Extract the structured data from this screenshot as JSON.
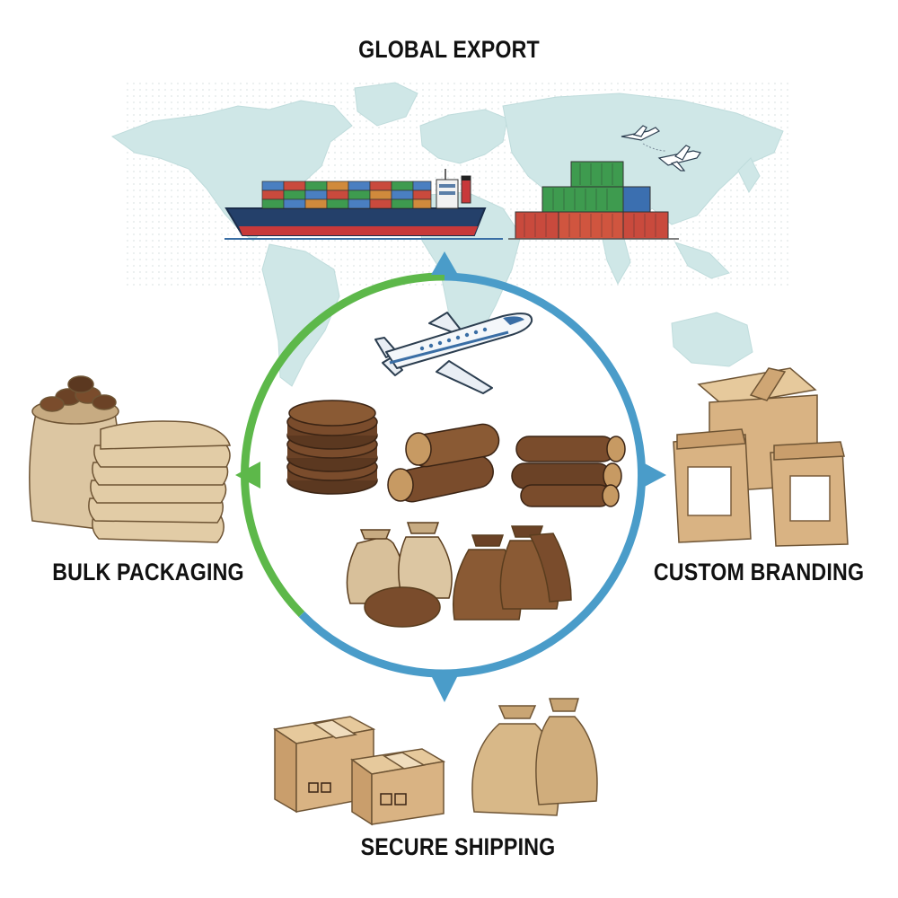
{
  "labels": {
    "global_export": "GLOBAL EXPORT",
    "bulk_packaging": "BULK PACKAGING",
    "custom_branding": "CUSTOM BRANDING",
    "secure_shipping": "SECURE SHIPPING"
  },
  "colors": {
    "cycle_green": "#5db84a",
    "cycle_blue": "#4a9cc9",
    "map_teal": "#cfe7e7",
    "ship_hull": "#24406a",
    "ship_stripe": "#c8393a",
    "cardboard": "#d9b383",
    "burlap": "#d8c09a",
    "peat_brown": "#6b4226"
  },
  "icons": [
    "world-map",
    "cargo-ship-icon",
    "container-stack-icon",
    "airplane-icon",
    "peat-discs-icon",
    "wood-logs-icon",
    "jute-sacks-icon",
    "bulk-sacks-icon",
    "branded-bags-icon",
    "shipping-boxes-icon"
  ]
}
